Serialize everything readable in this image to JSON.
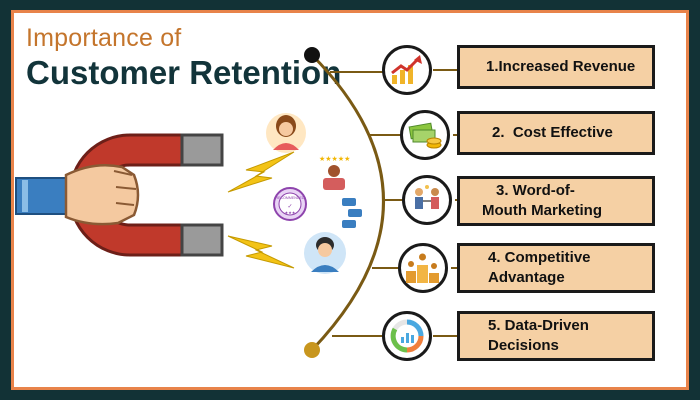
{
  "title": {
    "line1": "Importance of",
    "line2": "Customer Retention"
  },
  "items": [
    {
      "label": "1.Increased Revenue",
      "icon": "revenue-chart-icon"
    },
    {
      "label": "2.  Cost Effective",
      "icon": "money-coins-icon"
    },
    {
      "label": "3. Word-of-Mouth Marketing",
      "line1": "3. Word-of-",
      "line2": "Mouth Marketing",
      "icon": "people-network-icon"
    },
    {
      "label": "4. Competitive Advantage",
      "line1": "4. Competitive",
      "line2": "Advantage",
      "icon": "podium-icon"
    },
    {
      "label": "5. Data-Driven Decisions",
      "line1": "5. Data-Driven",
      "line2": "Decisions",
      "icon": "data-analytics-icon"
    }
  ],
  "badge_text": "RECOMMENDED",
  "colors": {
    "frame": "#123236",
    "border": "#e8834a",
    "title_accent": "#c4752c",
    "title_main": "#12343a",
    "card_fill": "#f5d0a4",
    "arc": "#7a5a14",
    "magnet_red": "#c0392b",
    "magnet_grey": "#9a9a9a",
    "lightning": "#f3c316"
  }
}
